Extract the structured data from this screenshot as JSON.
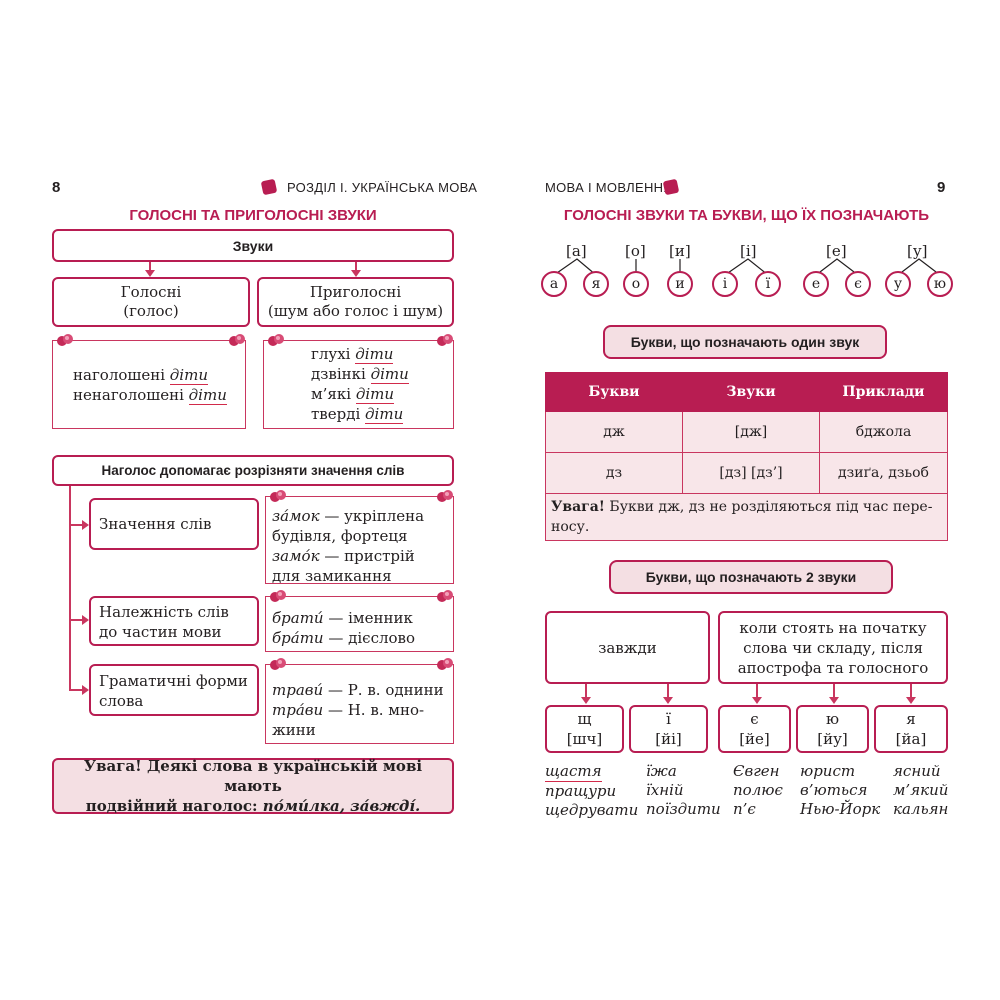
{
  "left": {
    "page_number": "8",
    "section": "РОЗДІЛ І. УКРАЇНСЬКА МОВА",
    "title": "ГОЛОСНІ ТА ПРИГОЛОСНІ ЗВУКИ",
    "sounds_box": "Звуки",
    "vowels_line1": "Голосні",
    "vowels_line2": "(голос)",
    "consonants_line1": "Приголосні",
    "consonants_line2": "(шум або голос і шум)",
    "vowel_notes": [
      {
        "word": "наголошені",
        "example": "діти"
      },
      {
        "word": "ненаголошені",
        "example": "діти"
      }
    ],
    "consonant_notes": [
      {
        "word": "глухі",
        "example": "діти"
      },
      {
        "word": "дзвінкі",
        "example": "діти"
      },
      {
        "word": "м’які",
        "example": "діти"
      },
      {
        "word": "тверді",
        "example": "діти"
      }
    ],
    "stress_box": "Наголос допомагає розрізняти значення слів",
    "rows": [
      {
        "label": "Значення слів",
        "lines": [
          {
            "it": "за́мок",
            "rest": " — укріплена"
          },
          {
            "it": "",
            "rest": "будівля, фортеця"
          },
          {
            "it": "замо́к",
            "rest": " — пристрій"
          },
          {
            "it": "",
            "rest": "для замикання"
          }
        ]
      },
      {
        "label": "Належність слів до частин мови",
        "lines": [
          {
            "it": "брати́",
            "rest": " — іменник"
          },
          {
            "it": "бра́ти",
            "rest": " — дієслово"
          }
        ]
      },
      {
        "label": "Граматичні форми слова",
        "lines": [
          {
            "it": "трави́",
            "rest": " — Р. в. однини"
          },
          {
            "it": "тра́ви",
            "rest": " — Н. в. мно-"
          },
          {
            "it": "",
            "rest": "жини"
          }
        ]
      }
    ],
    "attention_line1": "Увага! Деякі слова в українській мові мають",
    "attention_line2_prefix": "подвійний наголос: ",
    "attention_line2_words": "по́ми́лка, за́вжді́."
  },
  "right": {
    "page_number": "9",
    "section": "МОВА І МОВЛЕННЯ",
    "title": "ГОЛОСНІ ЗВУКИ ТА БУКВИ, ЩО ЇХ ПОЗНАЧАЮТЬ",
    "phonemes": [
      "[а]",
      "[о]",
      "[и]",
      "[і]",
      "[е]",
      "[у]"
    ],
    "letters": [
      "а",
      "я",
      "о",
      "и",
      "і",
      "ї",
      "е",
      "є",
      "у",
      "ю"
    ],
    "one_sound_title": "Букви, що позначають один звук",
    "table_headers": [
      "Букви",
      "Звуки",
      "Приклади"
    ],
    "table_rows": [
      [
        "дж",
        "[дж]",
        "бджола"
      ],
      [
        "дз",
        "[дз] [дз’]",
        "дзиґа, дзьоб"
      ]
    ],
    "table_note_bold": "Увага!",
    "table_note_rest": " Букви дж, дз не розділяються під час перенoсу.",
    "table_note_line1": " Букви дж, дз не розділяються під час пере-",
    "table_note_line2": "носу.",
    "two_sounds_title": "Букви, що позначають 2 звуки",
    "always": "завжди",
    "when_line1": "коли стоять на початку",
    "when_line2": "слова чи складу, після",
    "when_line3": "апострофа та голосного",
    "letter_boxes": [
      {
        "letter": "щ",
        "sound": "[шч]"
      },
      {
        "letter": "ї",
        "sound": "[йі]"
      },
      {
        "letter": "є",
        "sound": "[йе]"
      },
      {
        "letter": "ю",
        "sound": "[йу]"
      },
      {
        "letter": "я",
        "sound": "[йа]"
      }
    ],
    "examples": [
      [
        "щастя",
        "пращури",
        "щедрувати"
      ],
      [
        "їжа",
        "їхній",
        "поїздити"
      ],
      [
        "Євген",
        "полює",
        "п’є"
      ],
      [
        "юрист",
        "в’ються",
        "Нью-Йорк"
      ],
      [
        "ясний",
        "м’який",
        "кальян"
      ]
    ]
  },
  "colors": {
    "accent": "#b81d52",
    "fill": "#f4dfe3"
  }
}
